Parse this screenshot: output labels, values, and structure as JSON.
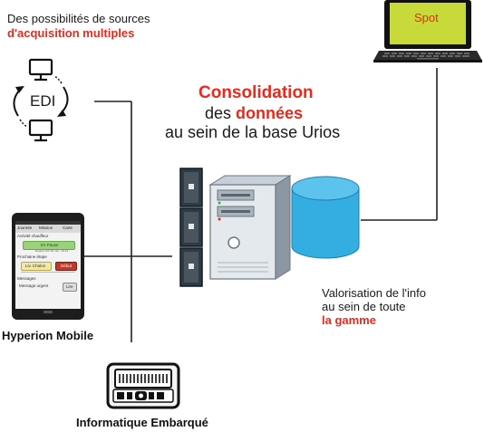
{
  "sources": {
    "line1": "Des possibilités de sources",
    "line2": "d'acquisition multiples",
    "edi_label": "EDI"
  },
  "consolidation": {
    "title": "Consolidation",
    "line2_prefix": "des",
    "line2_highlight": "données",
    "line3": "au sein de la base Urios"
  },
  "laptop": {
    "screen_label": "Spot"
  },
  "valorisation": {
    "line1": "Valorisation de l'info",
    "line2": "au sein de toute",
    "line3": "la gamme"
  },
  "mobile": {
    "label": "Hyperion Mobile",
    "tabs": [
      "Journée",
      "Mission",
      "Carte"
    ],
    "section1": "Activité chauffeur",
    "button1": "En Pause",
    "note1": "Depuis 13 h 10 min - 10:14",
    "section2": "Prochaine étape",
    "button2": "Liv. Chalon",
    "button3": "Début",
    "section3": "Messages",
    "message": "Message urgent",
    "msg_button": "Lire"
  },
  "embarque": {
    "label": "Informatique Embarqué"
  },
  "colors": {
    "accent_red": "#e8291c",
    "db_blue": "#34aee0",
    "line": "#222222",
    "mobile_green": "#6aa84f"
  }
}
